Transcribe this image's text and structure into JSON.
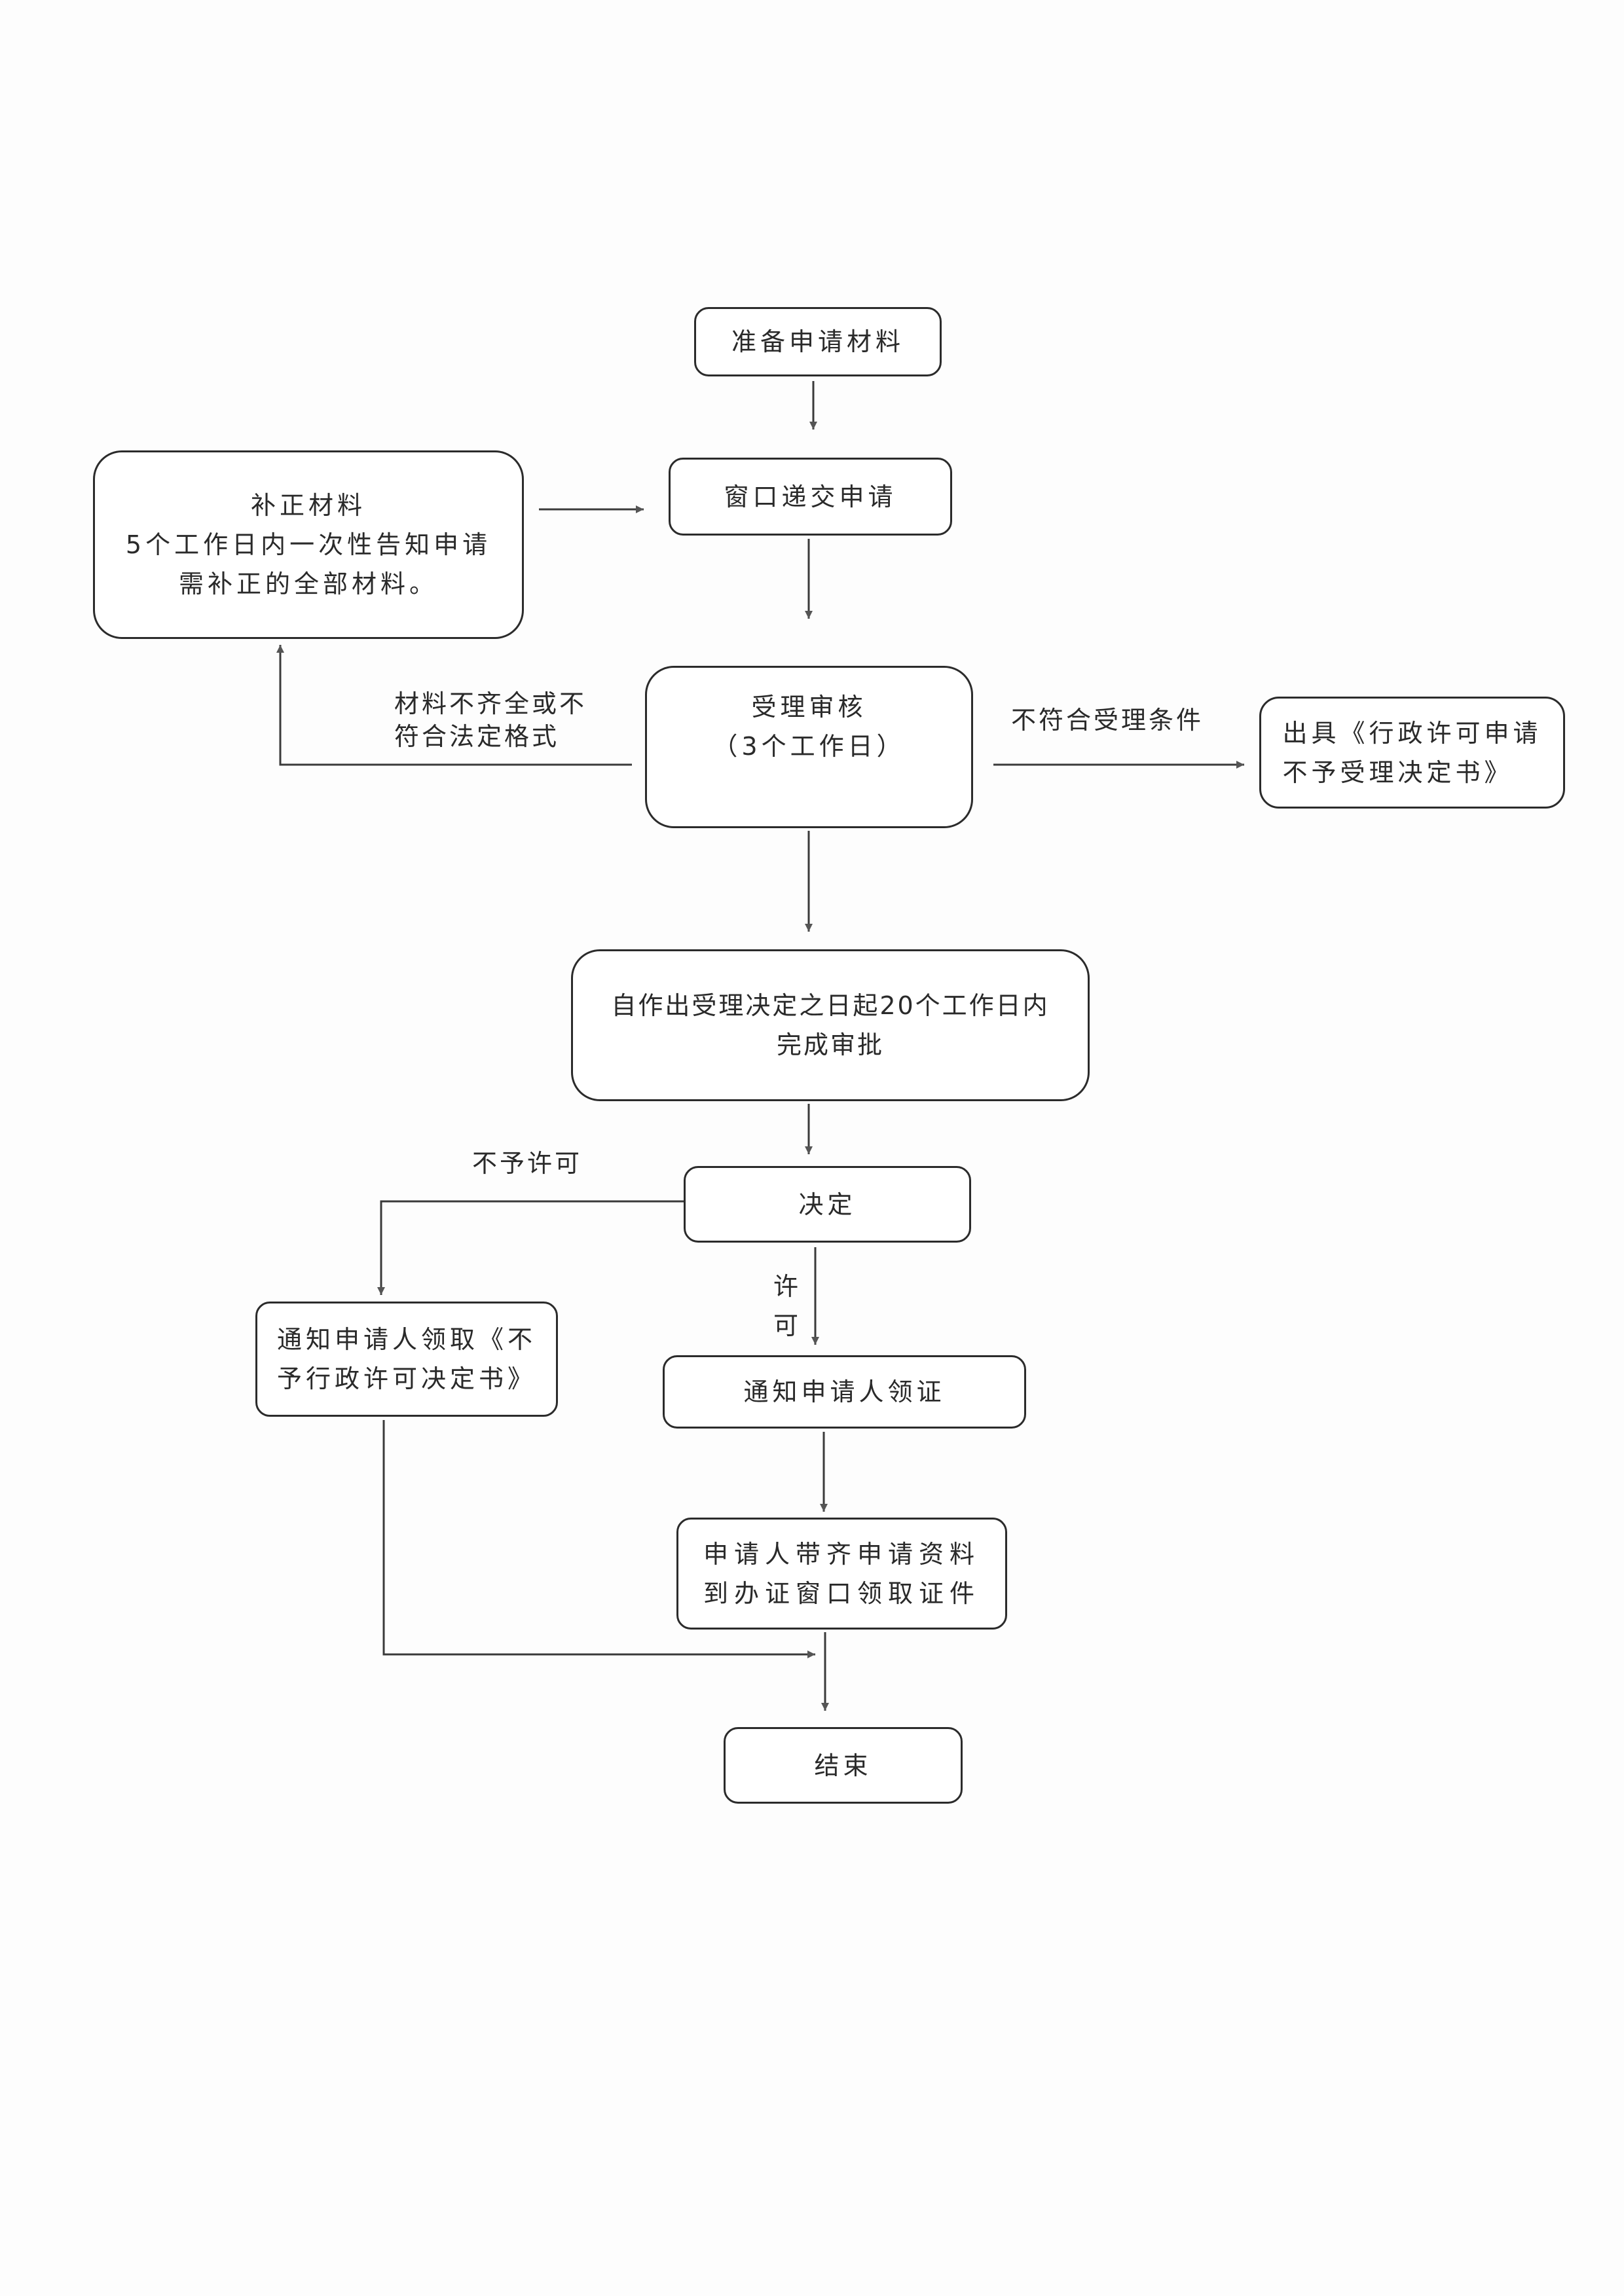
{
  "flowchart": {
    "nodes": {
      "prepare": "准备申请材料",
      "submit": "窗口递交申请",
      "supplement": "补正材料\n5个工作日内一次性告知申请\n需补正的全部材料。",
      "review": "受理审核\n（3个工作日）",
      "reject_notice": "出具《行政许可申请\n不予受理决定书》",
      "approval": "自作出受理决定之日起20个工作日内\n完成审批",
      "decision": "决定",
      "deny_notice": "通知申请人领取《不\n予行政许可决定书》",
      "notify_collect": "通知申请人领证",
      "collect": "申请人带齐申请资料\n到办证窗口领取证件",
      "end": "结束"
    },
    "edge_labels": {
      "incomplete": "材料不齐全或不\n符合法定格式",
      "not_eligible": "不符合受理条件",
      "not_permitted": "不予许可",
      "permitted": "许\n可"
    },
    "colors": {
      "line": "#3a3a3a",
      "arrowhead": "#555555",
      "border": "#2b2b2b",
      "text": "#2a2a2a"
    }
  }
}
